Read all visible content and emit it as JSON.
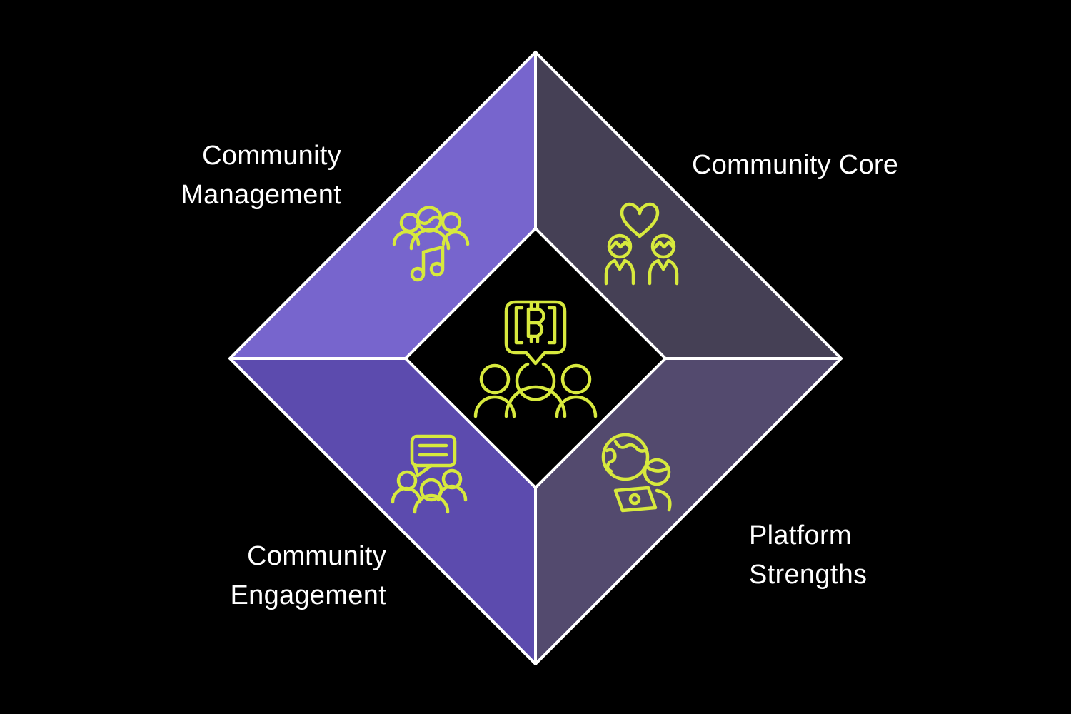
{
  "canvas": {
    "background": "#000000",
    "outline_color": "#ffffff",
    "accent_color": "#d7e93d",
    "text_color": "#ffffff"
  },
  "diagram": {
    "type": "diamond-matrix",
    "center": {
      "icon": "bitcoin-community-icon",
      "fill": "#000000"
    },
    "quadrants": [
      {
        "id": "community-management",
        "label": "Community\nManagement",
        "position": "top-left",
        "color": "#7765cd",
        "icon": "people-music-icon"
      },
      {
        "id": "community-core",
        "label": "Community Core",
        "position": "top-right",
        "color": "#454055",
        "icon": "people-heart-icon"
      },
      {
        "id": "community-engagement",
        "label": "Community\nEngagement",
        "position": "bottom-left",
        "color": "#5c4bae",
        "icon": "people-chat-icon"
      },
      {
        "id": "platform-strengths",
        "label": "Platform\nStrengths",
        "position": "bottom-right",
        "color": "#534a6e",
        "icon": "globe-laptop-icon"
      }
    ]
  }
}
